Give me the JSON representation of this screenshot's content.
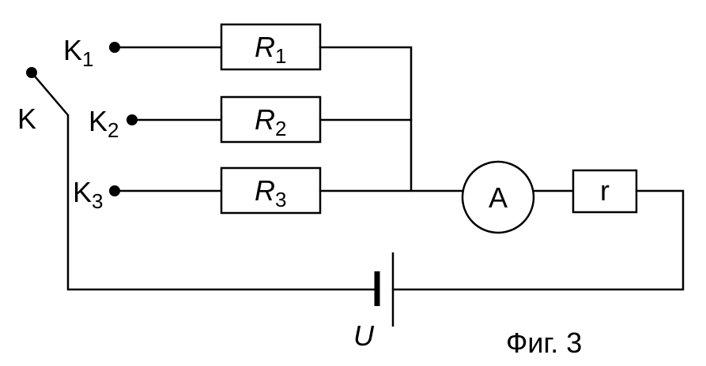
{
  "switch": {
    "label": "K"
  },
  "contacts": [
    {
      "main": "K",
      "sub": "1"
    },
    {
      "main": "K",
      "sub": "2"
    },
    {
      "main": "K",
      "sub": "3"
    }
  ],
  "resistors": [
    {
      "main": "R",
      "sub": "1"
    },
    {
      "main": "R",
      "sub": "2"
    },
    {
      "main": "R",
      "sub": "3"
    }
  ],
  "ammeter": {
    "label": "A"
  },
  "internal_resistor": {
    "label": "r"
  },
  "battery": {
    "label": "U"
  },
  "caption": "Фиг. 3"
}
